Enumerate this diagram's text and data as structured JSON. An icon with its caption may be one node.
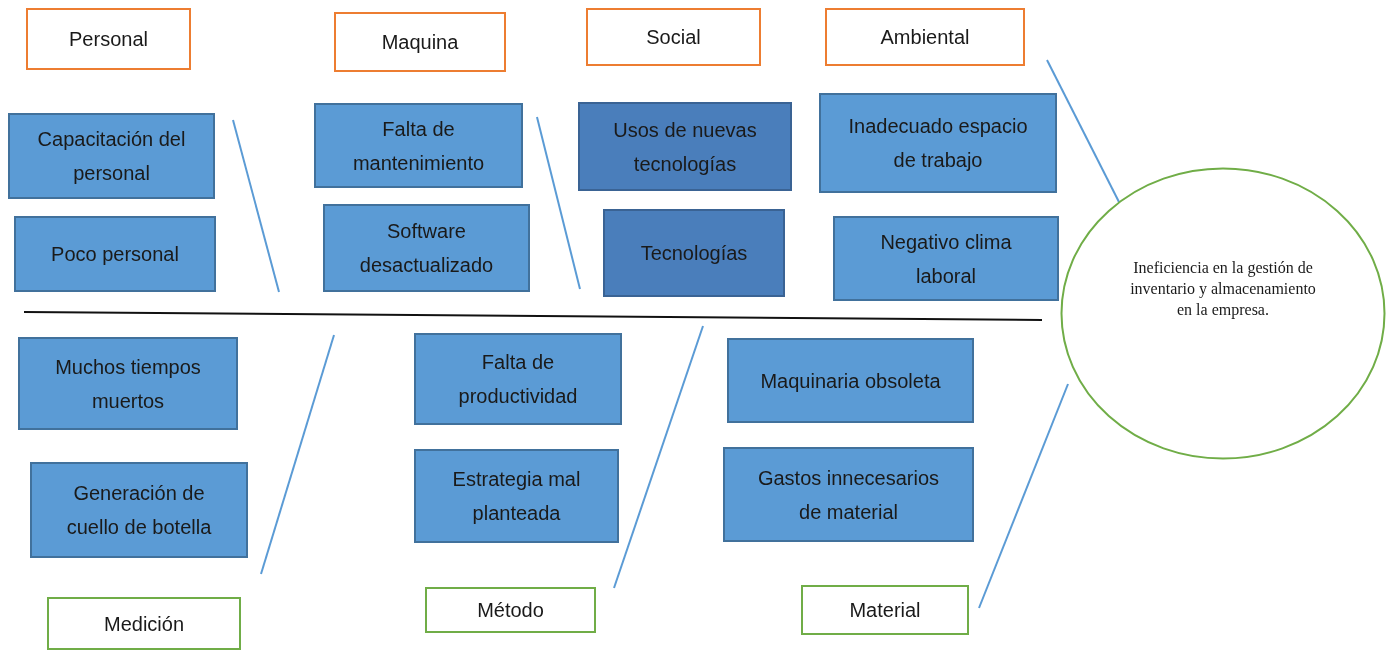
{
  "diagram": {
    "nodes": [
      {
        "text": [
          "Personal"
        ]
      },
      {
        "text": [
          "Maquina"
        ]
      },
      {
        "text": [
          "Social"
        ]
      },
      {
        "text": [
          "Ambiental"
        ]
      },
      {
        "text": [
          "Capacitación del personal"
        ]
      },
      {
        "text": [
          "Poco personal"
        ]
      },
      {
        "text": [
          "Falta de mantenimiento"
        ]
      },
      {
        "text": [
          "Software desactualizado"
        ]
      },
      {
        "text": [
          "Usos de nuevas tecnologías"
        ]
      },
      {
        "text": [
          "Tecnologías"
        ]
      },
      {
        "text": [
          "Inadecuado espacio de trabajo"
        ]
      },
      {
        "text": [
          "Negativo clima laboral"
        ]
      },
      {
        "text": [
          "Ineficiencia en la gestión de inventario y almacenamiento en la empresa."
        ]
      },
      {
        "text": [
          "Muchos tiempos muertos"
        ]
      },
      {
        "text": [
          "Generación de cuello de botella"
        ]
      },
      {
        "text": [
          "Falta de productividad"
        ]
      },
      {
        "text": [
          "Estrategia mal planteada"
        ]
      },
      {
        "text": [
          "Maquinaria obsoleta"
        ]
      },
      {
        "text": [
          "Gastos innecesarios de material"
        ]
      },
      {
        "text": [
          "Medición"
        ]
      },
      {
        "text": [
          "Método"
        ]
      },
      {
        "text": [
          "Material"
        ]
      }
    ]
  }
}
